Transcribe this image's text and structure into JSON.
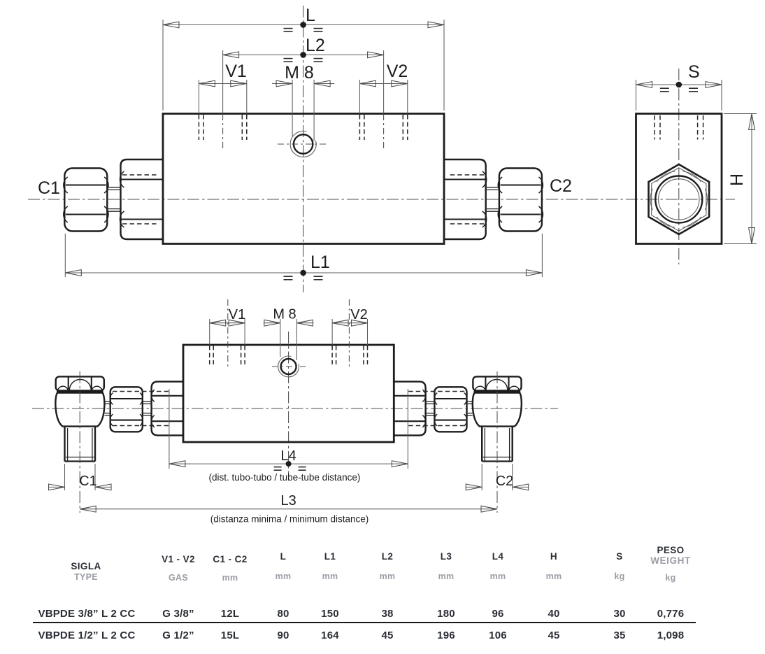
{
  "drawing": {
    "front": {
      "dim_l": "L",
      "dim_l2": "L2",
      "dim_v1": "V1",
      "dim_m8": "M 8",
      "dim_v2": "V2",
      "dim_l1": "L1",
      "port_c1": "C1",
      "port_c2": "C2"
    },
    "side": {
      "dim_s": "S",
      "dim_h": "H"
    },
    "bottom": {
      "dim_v1": "V1",
      "dim_m8": "M 8",
      "dim_v2": "V2",
      "dim_l4": "L4",
      "note_l4": "(dist. tubo-tubo / tube-tube distance)",
      "dim_c1": "C1",
      "dim_c2": "C2",
      "dim_l3": "L3",
      "note_l3": "(distanza minima / minimum distance)"
    },
    "line_color": "#1d1d1d"
  },
  "table": {
    "columns": [
      {
        "label": "SIGLA",
        "sub": "TYPE"
      },
      {
        "label": "V1 - V2",
        "sub": "GAS"
      },
      {
        "label": "C1 - C2",
        "sub": "mm"
      },
      {
        "label": "L",
        "sub": "mm"
      },
      {
        "label": "L1",
        "sub": "mm"
      },
      {
        "label": "L2",
        "sub": "mm"
      },
      {
        "label": "L3",
        "sub": "mm"
      },
      {
        "label": "L4",
        "sub": "mm"
      },
      {
        "label": "H",
        "sub": "mm"
      },
      {
        "label": "S",
        "sub": "kg"
      },
      {
        "label": "PESO",
        "label2": "WEIGHT",
        "sub": "kg"
      }
    ],
    "rows": [
      [
        "VBPDE 3/8” L 2 CC",
        "G 3/8”",
        "12L",
        "80",
        "150",
        "38",
        "180",
        "96",
        "40",
        "30",
        "0,776"
      ],
      [
        "VBPDE 1/2” L 2 CC",
        "G 1/2”",
        "15L",
        "90",
        "164",
        "45",
        "196",
        "106",
        "45",
        "35",
        "1,098"
      ]
    ],
    "text_color": "#2b2e35",
    "muted_color": "#9a9ea5"
  }
}
